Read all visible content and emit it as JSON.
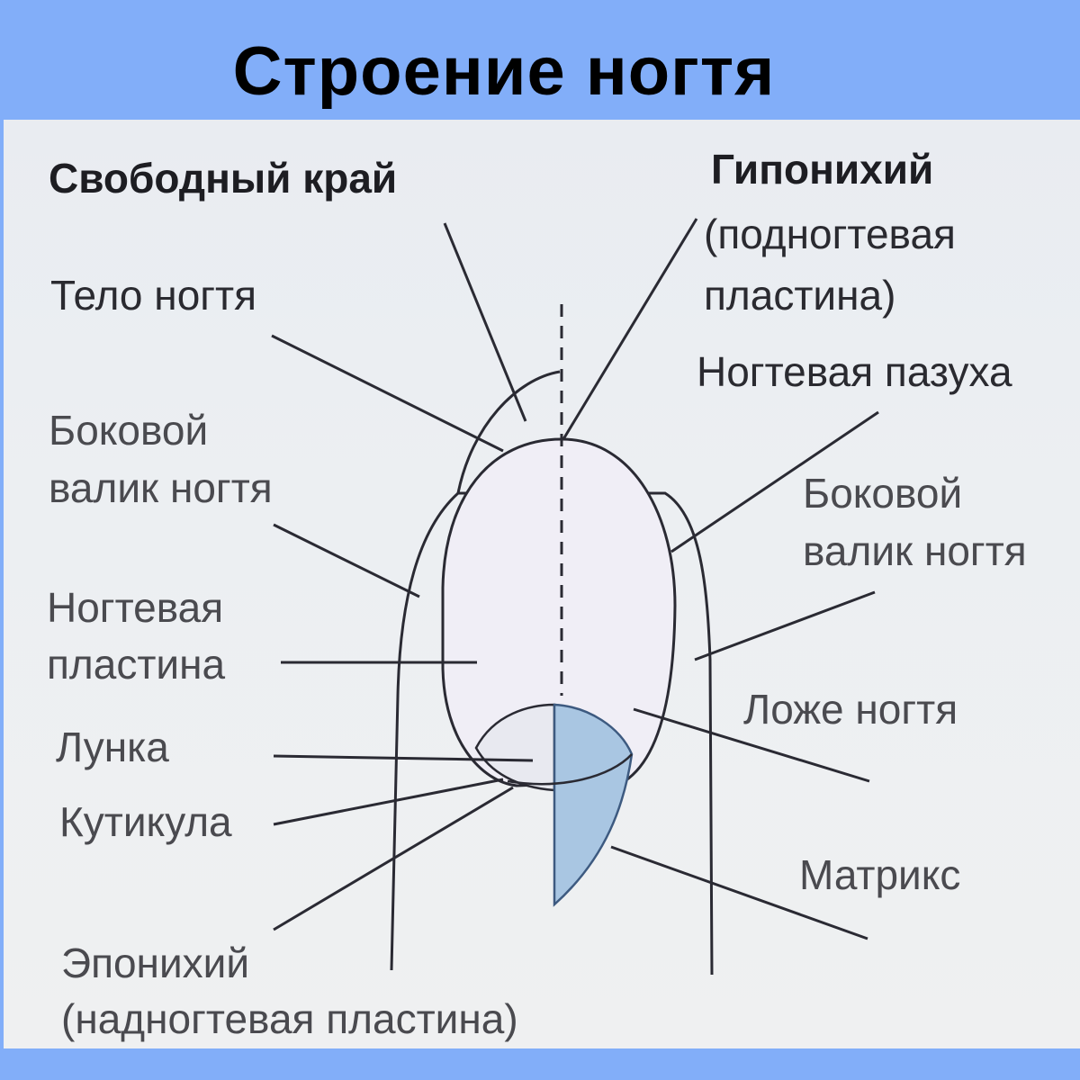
{
  "title": "Строение ногтя",
  "colors": {
    "background": "#82aef9",
    "panel": "#eceff2",
    "outline": "#2a2a33",
    "leader_line": "#3a3a44",
    "matrix_fill": "#a9c6e2",
    "nail_plate_fill": "#f0eef6"
  },
  "labels": {
    "free_edge": "Свободный край",
    "nail_body": "Тело ногтя",
    "lateral_fold_left_1": "Боковой",
    "lateral_fold_left_2": "валик ногтя",
    "nail_plate_1": "Ногтевая",
    "nail_plate_2": "пластина",
    "lunula": "Лунка",
    "cuticle": "Кутикула",
    "eponychium_1": "Эпонихий",
    "eponychium_2": "(надногтевая пластина)",
    "hyponychium_1": "Гипонихий",
    "hyponychium_2": "(подногтевая",
    "hyponychium_3": "пластина)",
    "nail_sinus": "Ногтевая пазуха",
    "lateral_fold_right_1": "Боковой",
    "lateral_fold_right_2": "валик ногтя",
    "nail_bed": "Ложе ногтя",
    "matrix": "Матрикс"
  }
}
